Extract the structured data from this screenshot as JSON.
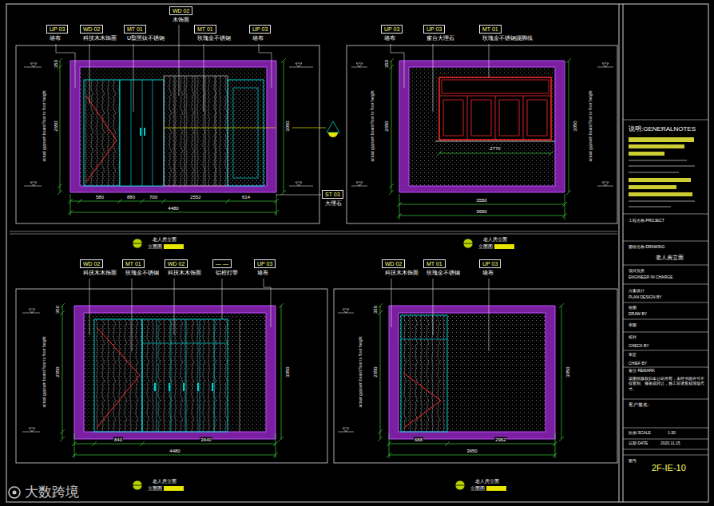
{
  "diagram": {
    "nodes": [
      {
        "text": [
          "UP 03",
          "墙布"
        ]
      },
      {
        "text": [
          "WD 02",
          "科技木木饰面"
        ]
      },
      {
        "text": [
          "MT 01",
          "U型黑钛不锈钢"
        ]
      },
      {
        "text": [
          "WD 02",
          "木饰面"
        ]
      },
      {
        "text": [
          "MT 01",
          "玫瑰金不锈钢"
        ]
      },
      {
        "text": [
          "UP 03",
          "墙布"
        ]
      },
      {
        "text": [
          "ST 03",
          "大理石"
        ]
      },
      {
        "text": [
          "UP 03",
          "墙布"
        ]
      },
      {
        "text": [
          "UP 03",
          "窗台大理石"
        ]
      },
      {
        "text": [
          "MT 01",
          "玫瑰金不锈钢踢脚线"
        ]
      },
      {
        "text": [
          "WD 02",
          "科技木木饰面"
        ]
      },
      {
        "text": [
          "MT 01",
          "玫瑰金不锈钢"
        ]
      },
      {
        "text": [
          "WD 02",
          "科技木木饰面"
        ]
      },
      {
        "text": [
          "— —",
          "铝框灯带"
        ]
      },
      {
        "text": [
          "UP 03",
          "墙布"
        ]
      },
      {
        "text": [
          "WD 02",
          "科技木木饰面"
        ]
      },
      {
        "text": [
          "MT 01",
          "玫瑰金不锈钢"
        ]
      },
      {
        "text": [
          "UP 03",
          "墙布"
        ]
      }
    ],
    "labels": [
      "350",
      "2650",
      "3050",
      "actual gypsum board floor to floor height",
      "580",
      "880",
      "700",
      "2552",
      "614",
      "4480",
      "350",
      "2650",
      "3050",
      "actual gypsum board floor to floor height",
      "actual gypsum board floor to floor height",
      "2770",
      "3550",
      "3650",
      "350",
      "2650",
      "3050",
      "actual gypsum board floor to floor height",
      "840",
      "3640",
      "4480",
      "350",
      "2650",
      "3050",
      "actual gypsum board floor to floor height",
      "688",
      "2962",
      "3650",
      "老人房立面",
      "立面图",
      "老人房立面",
      "立面图",
      "老人房立面",
      "立面图",
      "老人房立面",
      "立面图",
      "说明:GENERALNOTES",
      "工程名称:PROJECT",
      "图纸名称:DRAWING",
      "老人房立面",
      "项目负责",
      "ENGINEER IN CHARGE",
      "方案设计",
      "PLAN DESIGN BY",
      "绘图",
      "DRAW BY",
      "审图",
      "校对",
      "CHECK BY",
      "审定",
      "CHIEF BY",
      "备注 REMARK",
      "该图纸版权归本公司所有，未经书面许可不得复制、修改或转让，施工前请复核现场尺寸。",
      "客户签名:",
      "比例 SCALE",
      "1:30",
      "日期 DATE",
      "2020.11.15",
      "图号",
      "2F-IE-10",
      "大数跨境"
    ]
  }
}
